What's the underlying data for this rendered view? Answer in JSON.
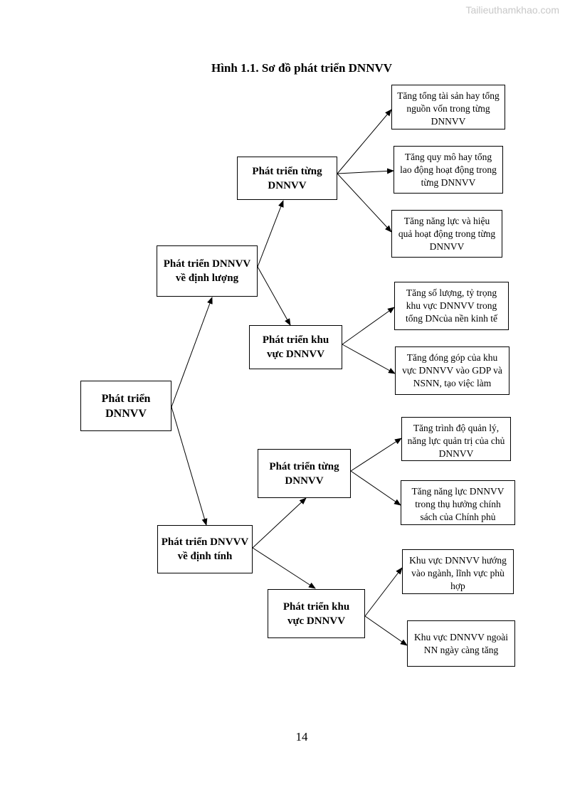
{
  "watermark": "Tailieuthamkhao.com",
  "title": "Hình 1.1. Sơ đồ phát triển DNNVV",
  "nodes": {
    "root": "Phát triển DNNVV",
    "quant": "Phát triển DNNVV về định lượng",
    "qual": "Phát triển DNVVV về định tính",
    "quant_firm": "Phát triển từng DNNVV",
    "quant_sector": "Phát triển khu vực DNNVV",
    "qual_firm": "Phát triển từng DNNVV",
    "qual_sector": "Phát triển khu vực DNNVV",
    "leaf_assets": "Tăng tổng tài sản hay tổng nguồn vốn trong từng DNNVV",
    "leaf_scale": "Tăng quy mô hay tổng lao động hoạt động trong từng DNNVV",
    "leaf_efficiency": "Tăng năng lực và hiệu quả hoạt động trong từng DNNVV",
    "leaf_count": "Tăng số lượng, tỷ trọng khu vực DNNVV trong tổng DNcủa nền kinh tế",
    "leaf_gdp": "Tăng đóng góp của khu vực DNNVV vào GDP và NSNN, tạo việc làm",
    "leaf_mgmt": "Tăng trình độ quản lý, năng lực quản trị của chủ DNNVV",
    "leaf_policy": "Tăng năng lực DNNVV trong thụ hưởng chính sách của Chính phủ",
    "leaf_sector": "Khu vực DNNVV hướng vào ngành, lĩnh vực phù hợp",
    "leaf_nonstate": "Khu vực DNNVV ngoài NN ngày càng tăng"
  },
  "page_number": "14"
}
